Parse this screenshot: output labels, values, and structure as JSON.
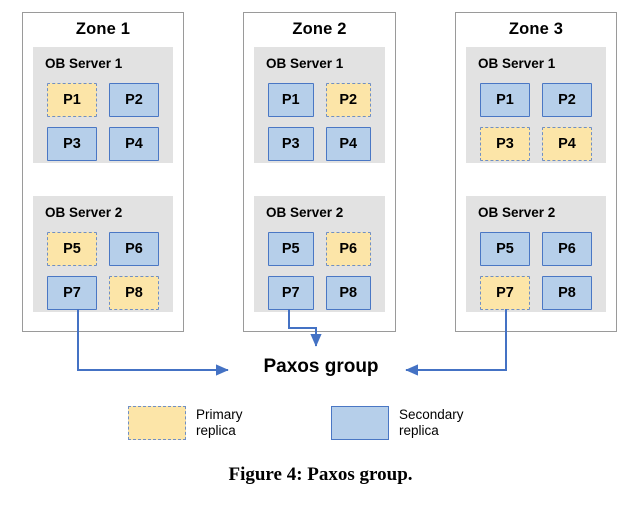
{
  "figure": {
    "caption": "Figure 4: Paxos group.",
    "center_node_label": "Paxos group",
    "accent_blue_fill": "#b6cfea",
    "accent_blue_border": "#4a77c4",
    "accent_yellow_fill": "#fce5a8",
    "accent_yellow_border": "#6f8fc6",
    "panel_gray": "#e2e2e2",
    "zone_border": "#9a9a9a",
    "arrow_color": "#4472c4"
  },
  "zones": [
    {
      "id": "zone-1",
      "title": "Zone 1",
      "servers": [
        {
          "id": "zone-1-server-1",
          "title": "OB Server 1",
          "replicas": [
            {
              "label": "P1",
              "role": "primary"
            },
            {
              "label": "P2",
              "role": "secondary"
            },
            {
              "label": "P3",
              "role": "secondary"
            },
            {
              "label": "P4",
              "role": "secondary"
            }
          ]
        },
        {
          "id": "zone-1-server-2",
          "title": "OB Server 2",
          "replicas": [
            {
              "label": "P5",
              "role": "primary"
            },
            {
              "label": "P6",
              "role": "secondary"
            },
            {
              "label": "P7",
              "role": "secondary"
            },
            {
              "label": "P8",
              "role": "primary"
            }
          ]
        }
      ]
    },
    {
      "id": "zone-2",
      "title": "Zone 2",
      "servers": [
        {
          "id": "zone-2-server-1",
          "title": "OB Server 1",
          "replicas": [
            {
              "label": "P1",
              "role": "secondary"
            },
            {
              "label": "P2",
              "role": "primary"
            },
            {
              "label": "P3",
              "role": "secondary"
            },
            {
              "label": "P4",
              "role": "secondary"
            }
          ]
        },
        {
          "id": "zone-2-server-2",
          "title": "OB Server 2",
          "replicas": [
            {
              "label": "P5",
              "role": "secondary"
            },
            {
              "label": "P6",
              "role": "primary"
            },
            {
              "label": "P7",
              "role": "secondary"
            },
            {
              "label": "P8",
              "role": "secondary"
            }
          ]
        }
      ]
    },
    {
      "id": "zone-3",
      "title": "Zone 3",
      "servers": [
        {
          "id": "zone-3-server-1",
          "title": "OB Server 1",
          "replicas": [
            {
              "label": "P1",
              "role": "secondary"
            },
            {
              "label": "P2",
              "role": "secondary"
            },
            {
              "label": "P3",
              "role": "primary"
            },
            {
              "label": "P4",
              "role": "primary"
            }
          ]
        },
        {
          "id": "zone-3-server-2",
          "title": "OB Server 2",
          "replicas": [
            {
              "label": "P5",
              "role": "secondary"
            },
            {
              "label": "P6",
              "role": "secondary"
            },
            {
              "label": "P7",
              "role": "primary"
            },
            {
              "label": "P8",
              "role": "secondary"
            }
          ]
        }
      ]
    }
  ],
  "legend": {
    "items": [
      {
        "id": "primary",
        "label": "Primary\nreplica",
        "role": "primary"
      },
      {
        "id": "secondary",
        "label": "Secondary\nreplica",
        "role": "secondary"
      }
    ]
  }
}
